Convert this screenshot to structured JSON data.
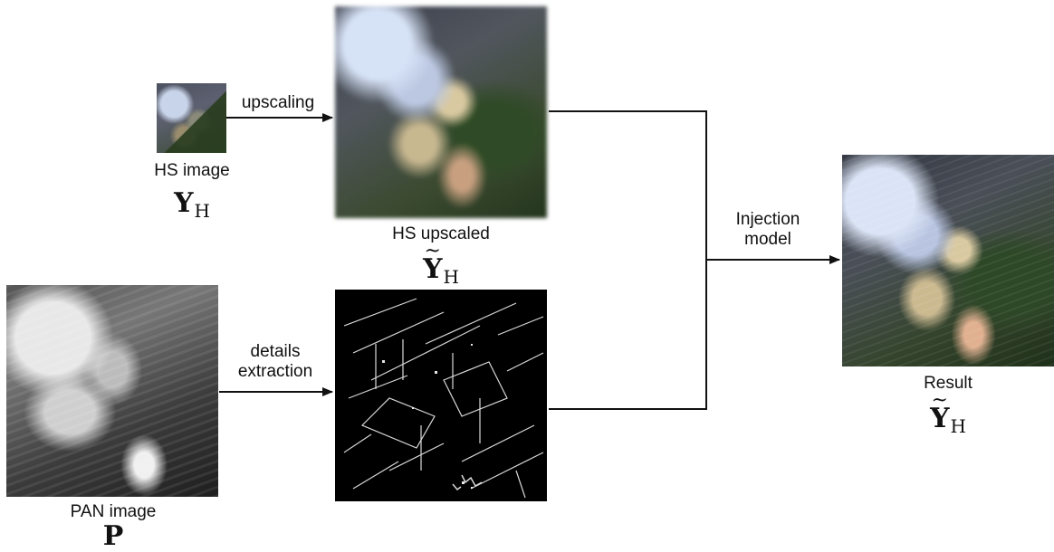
{
  "nodes": {
    "hs_image": {
      "label": "HS image",
      "symbol": "Y",
      "subscript": "H"
    },
    "hs_upscaled": {
      "label": "HS upscaled",
      "symbol": "Y",
      "subscript": "H",
      "tilde": "~"
    },
    "pan_image": {
      "label": "PAN image",
      "symbol": "P"
    },
    "details": {
      "label": ""
    },
    "result": {
      "label": "Result",
      "symbol": "Y",
      "subscript": "H",
      "tilde": "~"
    }
  },
  "edges": {
    "upscaling": {
      "label": "upscaling"
    },
    "details_extraction": {
      "line1": "details",
      "line2": "extraction"
    },
    "injection": {
      "line1": "Injection",
      "line2": "model"
    }
  },
  "colors": {
    "arrow": "#111111",
    "text": "#111111"
  }
}
